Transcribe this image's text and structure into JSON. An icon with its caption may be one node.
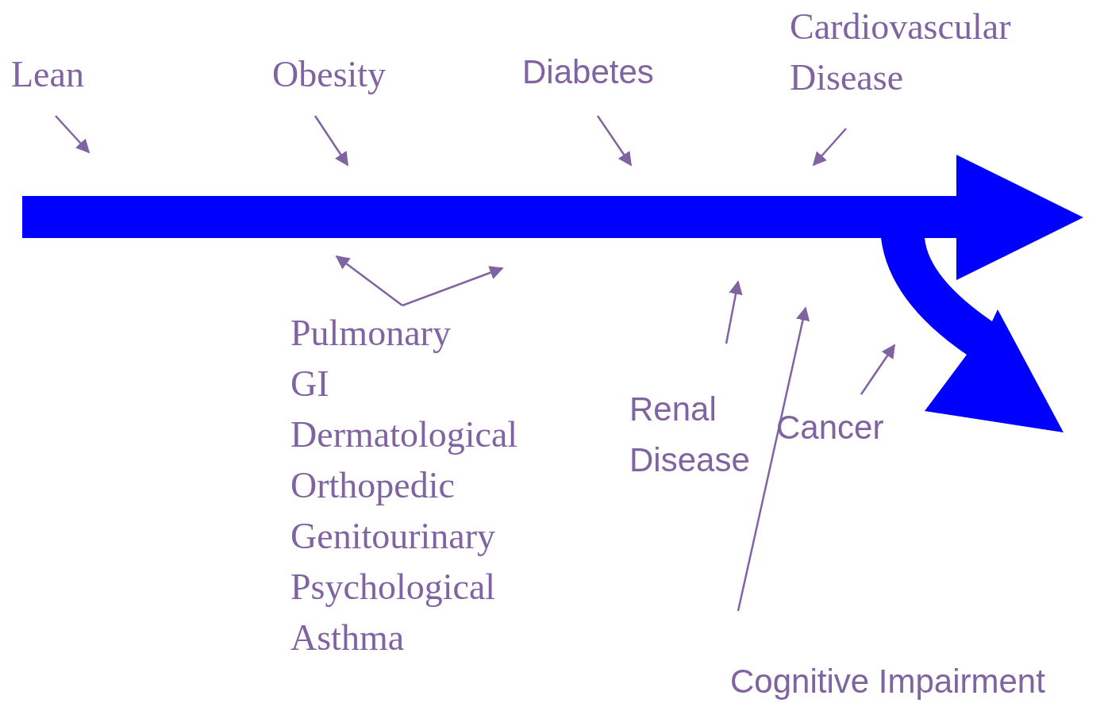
{
  "diagram": {
    "nodes": [
      {
        "text": [
          "Lean"
        ]
      },
      {
        "text": [
          "Obesity"
        ]
      },
      {
        "text": [
          "Diabetes"
        ]
      },
      {
        "text": [
          "Cardiovascular Disease"
        ]
      },
      {
        "text": [],
        "shape": "arrow"
      },
      {
        "text": [],
        "shape": "arrow"
      },
      {
        "text": [
          "Pulmonary",
          "GI",
          "Dermatological",
          "Orthopedic",
          "Genitourinary",
          "Psychological",
          "Asthma"
        ]
      },
      {
        "text": [
          "Renal Disease"
        ]
      },
      {
        "text": [
          "Cancer"
        ]
      },
      {
        "text": [
          "Cognitive Impairment"
        ]
      }
    ],
    "edges": [
      {
        "from": 0,
        "to": 4,
        "arrow": "to"
      },
      {
        "from": 1,
        "to": 4,
        "arrow": "to"
      },
      {
        "from": 2,
        "to": 4,
        "arrow": "to"
      },
      {
        "from": 3,
        "to": 4,
        "arrow": "to"
      },
      {
        "from": 6,
        "to": 4,
        "arrow": "to"
      },
      {
        "from": 6,
        "to": 4,
        "arrow": "to"
      },
      {
        "from": 7,
        "to": 4,
        "arrow": "to"
      },
      {
        "from": 9,
        "to": 4,
        "arrow": "to"
      },
      {
        "from": 8,
        "to": 5,
        "arrow": "to"
      }
    ]
  }
}
